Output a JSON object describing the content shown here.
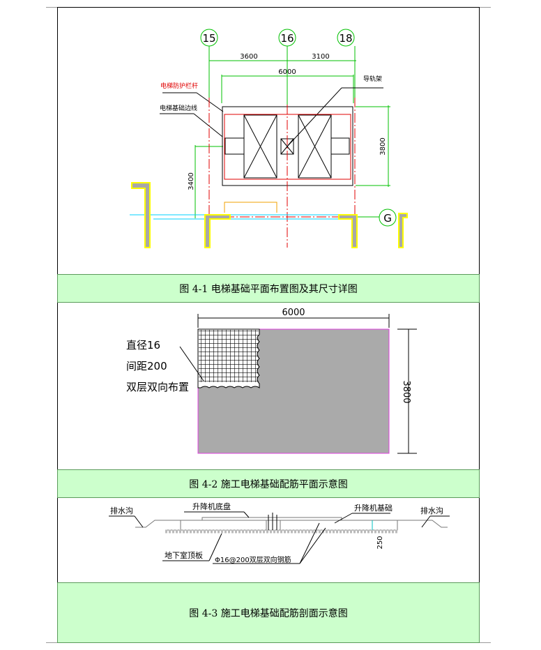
{
  "figure1": {
    "axes": [
      "15",
      "16",
      "18",
      "G"
    ],
    "dim_3600": "3600",
    "dim_3100": "3100",
    "dim_6000": "6000",
    "dim_3800": "3800",
    "dim_3400": "3400",
    "label_guardrail": "电梯防护栏杆",
    "label_edge": "电梯基础边线",
    "label_rail": "导轨架",
    "caption": "图 4-1   电梯基础平面布置图及其尺寸详图"
  },
  "figure2": {
    "dim_width": "6000",
    "dim_height": "3800",
    "note_lines": [
      "直径16",
      "间距200",
      "双层双向布置"
    ],
    "caption": "图 4-2   施工电梯基础配筋平面示意图"
  },
  "figure3": {
    "label_drain_left": "排水沟",
    "label_drain_right": "排水沟",
    "label_chassis": "升降机底盘",
    "label_foundation": "升降机基础",
    "label_roof": "地下室顶板",
    "label_rebar": "Φ16@200双层双向钢筋",
    "dim_thickness": "250",
    "caption": "图 4-3 施工电梯基础配筋剖面示意图"
  }
}
